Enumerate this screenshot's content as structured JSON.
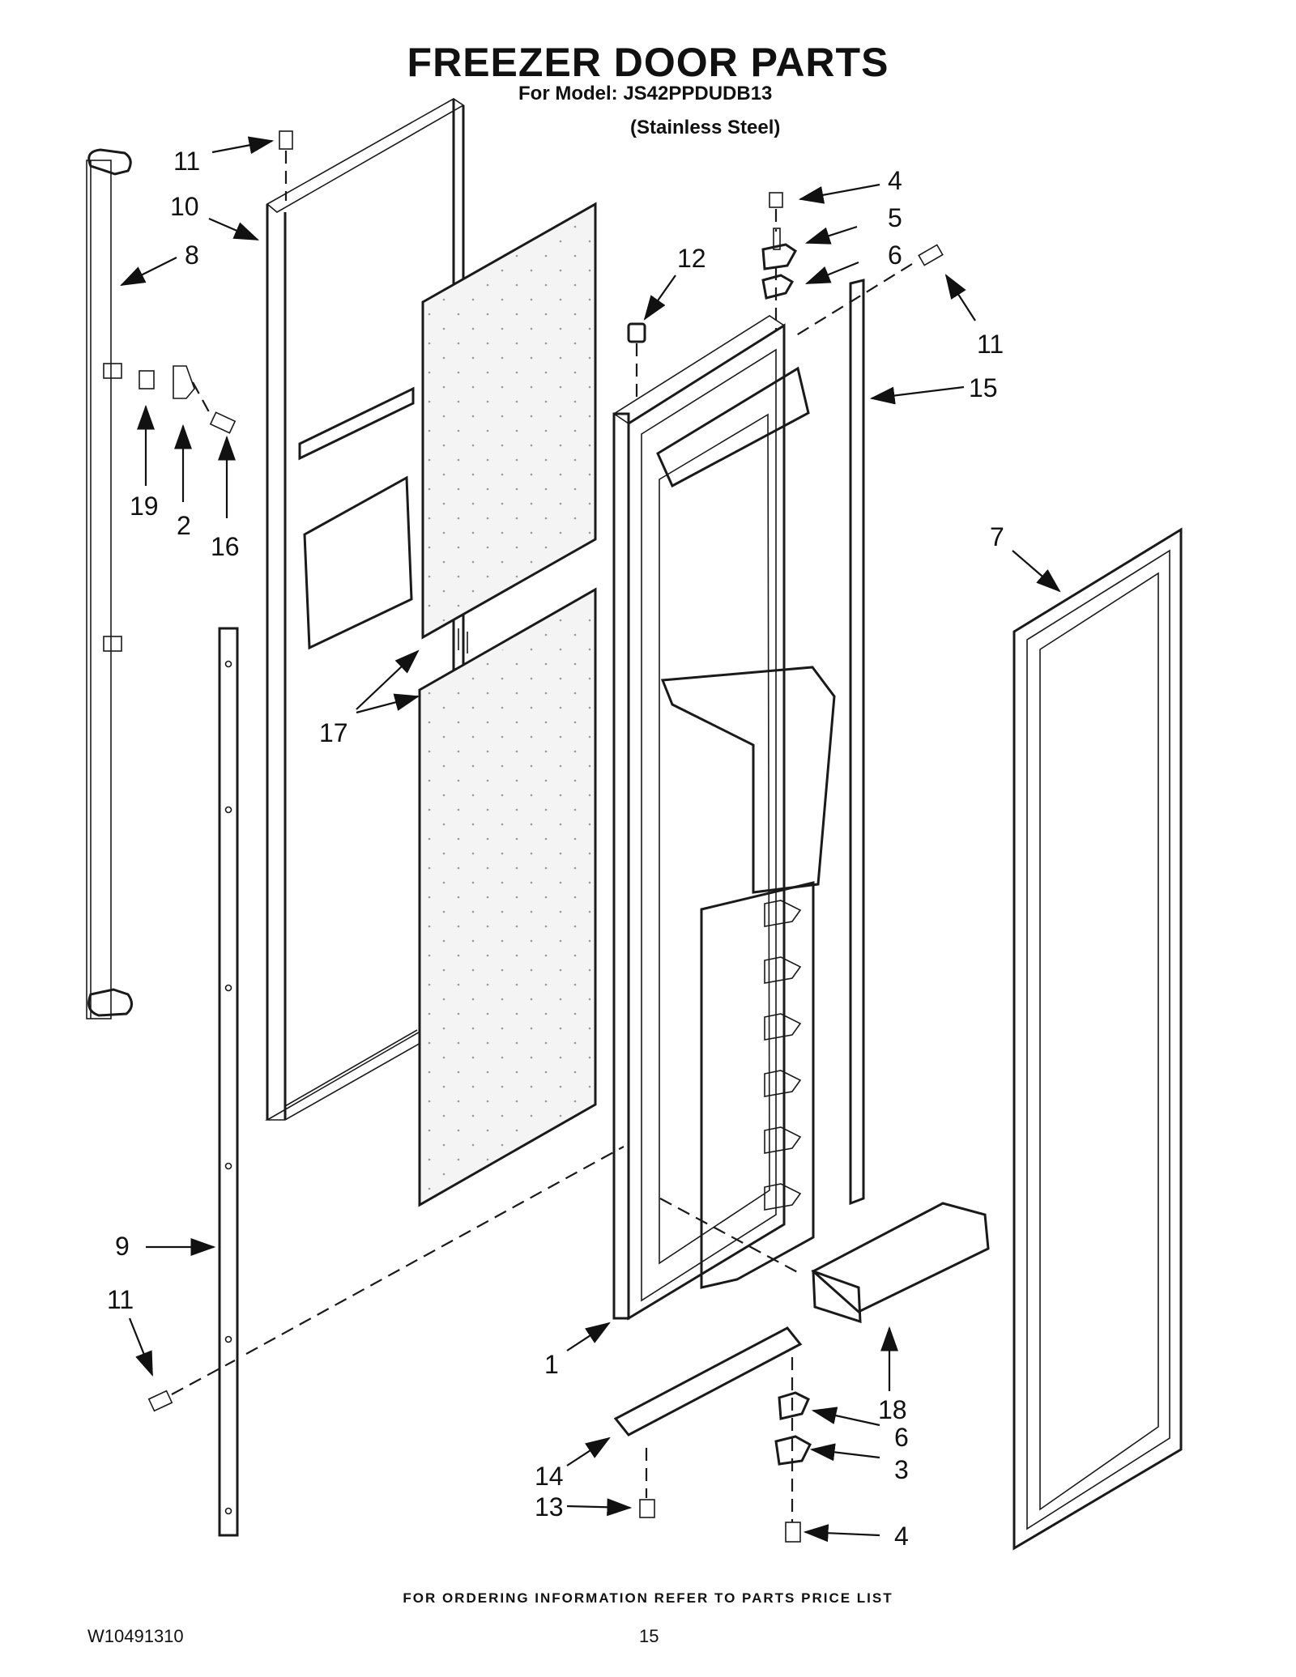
{
  "header": {
    "title": "FREEZER DOOR PARTS",
    "model": "For Model: JS42PPDUDB13",
    "finish": "(Stainless Steel)"
  },
  "callouts": [
    {
      "id": "c1",
      "label": "1"
    },
    {
      "id": "c2",
      "label": "2"
    },
    {
      "id": "c3",
      "label": "3"
    },
    {
      "id": "c4a",
      "label": "4"
    },
    {
      "id": "c4b",
      "label": "4"
    },
    {
      "id": "c5",
      "label": "5"
    },
    {
      "id": "c6a",
      "label": "6"
    },
    {
      "id": "c6b",
      "label": "6"
    },
    {
      "id": "c7",
      "label": "7"
    },
    {
      "id": "c8",
      "label": "8"
    },
    {
      "id": "c9",
      "label": "9"
    },
    {
      "id": "c10",
      "label": "10"
    },
    {
      "id": "c11a",
      "label": "11"
    },
    {
      "id": "c11b",
      "label": "11"
    },
    {
      "id": "c11c",
      "label": "11"
    },
    {
      "id": "c12",
      "label": "12"
    },
    {
      "id": "c13",
      "label": "13"
    },
    {
      "id": "c14",
      "label": "14"
    },
    {
      "id": "c15",
      "label": "15"
    },
    {
      "id": "c16",
      "label": "16"
    },
    {
      "id": "c17",
      "label": "17"
    },
    {
      "id": "c18",
      "label": "18"
    },
    {
      "id": "c19",
      "label": "19"
    }
  ],
  "footer": {
    "note": "FOR ORDERING INFORMATION REFER TO PARTS PRICE LIST",
    "doc_number": "W10491310",
    "page": "15"
  }
}
